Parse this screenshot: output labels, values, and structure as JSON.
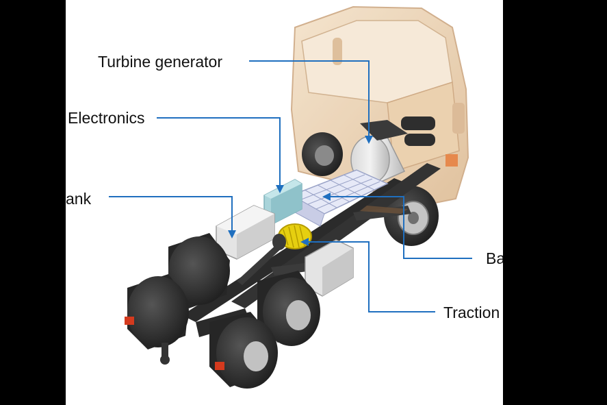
{
  "labels": {
    "turbine_generator": "Turbine generator",
    "electronics": "Electronics",
    "tank": "ank",
    "battery": "Ba",
    "traction": "Traction"
  },
  "colors": {
    "leader_line": "#1f6fbf",
    "background": "#000000",
    "panel": "#ffffff",
    "cab": "#e9cfae",
    "electronics_box": "#a9d4da",
    "battery_grid": "#e6e9f7",
    "traction_motor": "#e6cf10",
    "chassis": "#2b2b2b"
  }
}
